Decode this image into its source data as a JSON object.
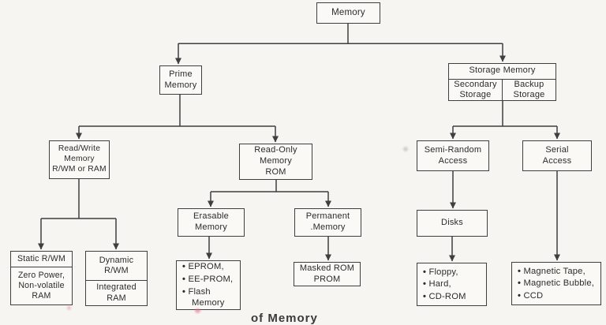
{
  "canvas": {
    "background_color": "#f7f5f1",
    "line_color": "#3f3f3f",
    "caption_fragment": "of Memory"
  },
  "diagram": {
    "type": "tree-flowchart",
    "nodes": {
      "memory": {
        "label": "Memory"
      },
      "prime_memory": {
        "label": "Prime\nMemory"
      },
      "storage_memory": {
        "title": "Storage Memory",
        "left_cell": "Secondary\nStorage",
        "right_cell": "Backup\nStorage"
      },
      "read_write_memory": {
        "label": "Read/Write\nMemory\nR/WM or RAM"
      },
      "read_only_memory": {
        "label": "Read-Only\nMemory\nROM"
      },
      "semi_random_access": {
        "label": "Semi-Random\nAccess"
      },
      "serial_access": {
        "label": "Serial\nAccess"
      },
      "erasable_memory": {
        "label": "Erasable\nMemory"
      },
      "permanent_memory": {
        "label": "Permanent\n.Memory"
      },
      "disks": {
        "label": "Disks"
      },
      "static_rwm": {
        "title": "Static R/WM",
        "detail": "Zero Power,\nNon-volatile\nRAM"
      },
      "dynamic_rwm": {
        "title": "Dynamic\nR/WM",
        "detail": "Integrated\nRAM"
      },
      "eprom_list": {
        "items": [
          "EPROM,",
          "EE-PROM,",
          "Flash Memory"
        ]
      },
      "masked_rom": {
        "label": "Masked ROM\nPROM"
      },
      "floppy_list": {
        "items": [
          "Floppy,",
          "Hard,",
          "CD-ROM"
        ]
      },
      "magnetic_list": {
        "items": [
          "Magnetic Tape,",
          "Magnetic Bubble,",
          "CCD"
        ]
      }
    },
    "edges": [
      "Memory -> Prime Memory",
      "Memory -> Storage Memory",
      "Prime Memory -> Read/Write Memory",
      "Prime Memory -> Read-Only Memory ROM",
      "Storage Memory -> Semi-Random Access",
      "Storage Memory -> Serial Access",
      "Read/Write Memory -> Static R/WM",
      "Read/Write Memory -> Dynamic R/WM",
      "Read-Only Memory ROM -> Erasable Memory",
      "Read-Only Memory ROM -> Permanent Memory",
      "Erasable Memory -> EPROM list",
      "Permanent Memory -> Masked ROM PROM",
      "Semi-Random Access -> Disks",
      "Disks -> Floppy list",
      "Serial Access -> Magnetic list"
    ]
  }
}
